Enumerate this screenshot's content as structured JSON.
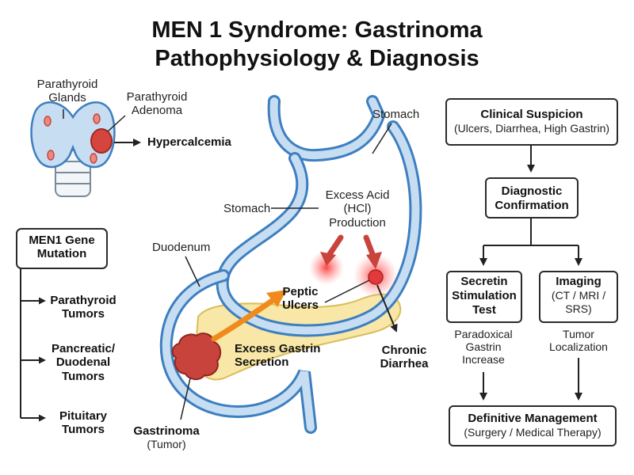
{
  "title_line1": "MEN 1 Syndrome: Gastrinoma",
  "title_line2": "Pathophysiology & Diagnosis",
  "left": {
    "parathyroid_glands": [
      "Parathyroid",
      "Glands"
    ],
    "parathyroid_adenoma": [
      "Parathyroid",
      "Adenoma"
    ],
    "hypercalcemia": "Hypercalcemia",
    "gene_mutation": [
      "MEN1 Gene",
      "Mutation"
    ],
    "branches": [
      [
        "Parathyroid",
        "Tumors"
      ],
      [
        "Pancreatic/",
        "Duodenal",
        "Tumors"
      ],
      [
        "Pituitary",
        "Tumors"
      ]
    ]
  },
  "center": {
    "stomach_top": "Stomach",
    "stomach_side": "Stomach",
    "excess_acid": [
      "Excess Acid",
      "(HCl)",
      "Production"
    ],
    "duodenum": "Duodenum",
    "peptic_ulcers": [
      "Peptic",
      "Ulcers"
    ],
    "excess_gastrin": [
      "Excess Gastrin",
      "Secretion"
    ],
    "chronic_diarrhea": [
      "Chronic",
      "Diarrhea"
    ],
    "gastrinoma": "Gastrinoma",
    "gastrinoma_sub": "(Tumor)"
  },
  "flow": {
    "clinical_title": "Clinical Suspicion",
    "clinical_sub": "(Ulcers, Diarrhea, High Gastrin)",
    "diag_title": [
      "Diagnostic",
      "Confirmation"
    ],
    "secretin_title": [
      "Secretin",
      "Stimulation",
      "Test"
    ],
    "imaging_title": "Imaging",
    "imaging_sub": [
      "(CT / MRI /",
      "SRS)"
    ],
    "secretin_result": [
      "Paradoxical",
      "Gastrin",
      "Increase"
    ],
    "imaging_result": [
      "Tumor",
      "Localization"
    ],
    "mgmt_title": "Definitive Management",
    "mgmt_sub": "(Surgery / Medical Therapy)"
  },
  "colors": {
    "organ_fill": "#c7ddf2",
    "organ_stroke": "#3d7fc0",
    "pancreas_fill": "#f8e7a6",
    "tumor": "#c9433d",
    "arrow_orange": "#f08a1c",
    "arrow_red": "#c9433d"
  }
}
